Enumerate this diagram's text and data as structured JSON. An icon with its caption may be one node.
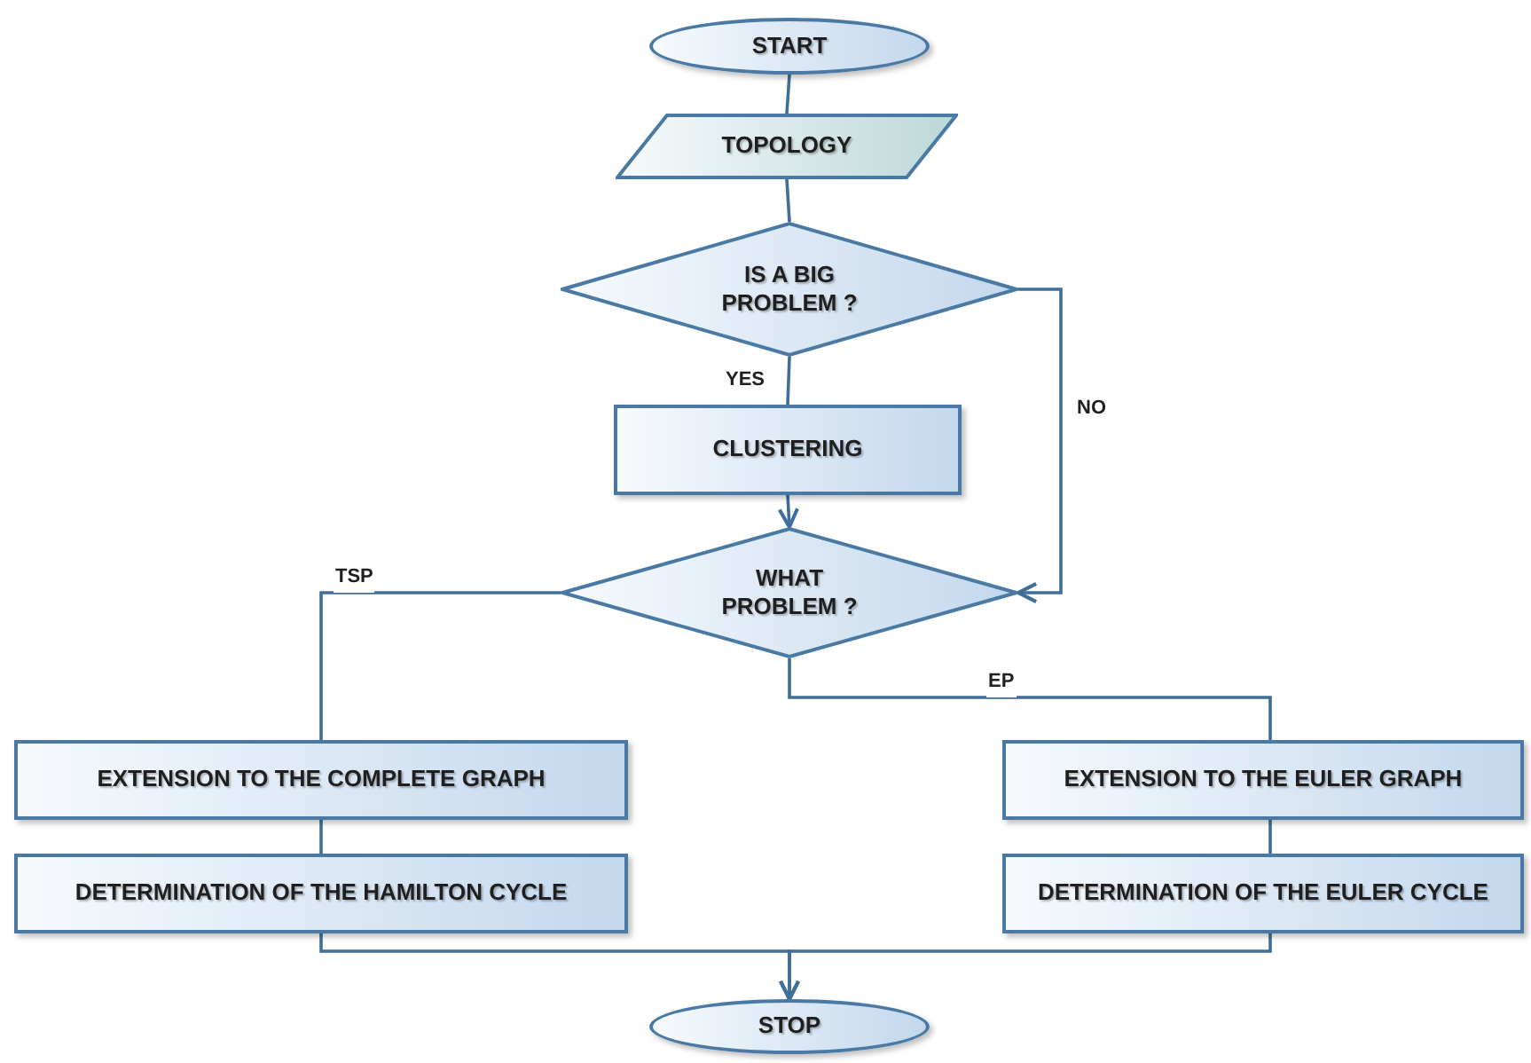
{
  "diagram": {
    "nodes": [
      {
        "text": [
          "START"
        ]
      },
      {
        "text": [
          "TOPOLOGY"
        ]
      },
      {
        "text": [
          "IS A BIG PROBLEM ?"
        ]
      },
      {
        "text": [
          "CLUSTERING"
        ]
      },
      {
        "text": [
          "WHAT PROBLEM ?"
        ]
      },
      {
        "text": [
          "EXTENSION TO THE COMPLETE GRAPH"
        ]
      },
      {
        "text": [
          "DETERMINATION OF THE HAMILTON CYCLE"
        ]
      },
      {
        "text": [
          "EXTENSION TO THE EULER GRAPH"
        ]
      },
      {
        "text": [
          "DETERMINATION OF THE EULER CYCLE"
        ]
      },
      {
        "text": [
          "STOP"
        ]
      }
    ],
    "edges": [
      {
        "from": 0,
        "to": 1,
        "arrow": "none"
      },
      {
        "from": 1,
        "to": 2,
        "arrow": "none"
      },
      {
        "from": 2,
        "to": 3,
        "arrow": "none",
        "label": "YES"
      },
      {
        "from": 3,
        "to": 4,
        "arrow": "to"
      },
      {
        "from": 2,
        "to": 4,
        "arrow": "to",
        "label": "NO"
      },
      {
        "from": 4,
        "to": 5,
        "arrow": "none",
        "label": "TSP"
      },
      {
        "from": 4,
        "to": 7,
        "arrow": "none",
        "label": "EP"
      },
      {
        "from": 5,
        "to": 6,
        "arrow": "none"
      },
      {
        "from": 7,
        "to": 8,
        "arrow": "none"
      },
      {
        "from": 6,
        "to": 9,
        "arrow": "to"
      },
      {
        "from": 8,
        "to": 9,
        "arrow": "to"
      }
    ]
  }
}
